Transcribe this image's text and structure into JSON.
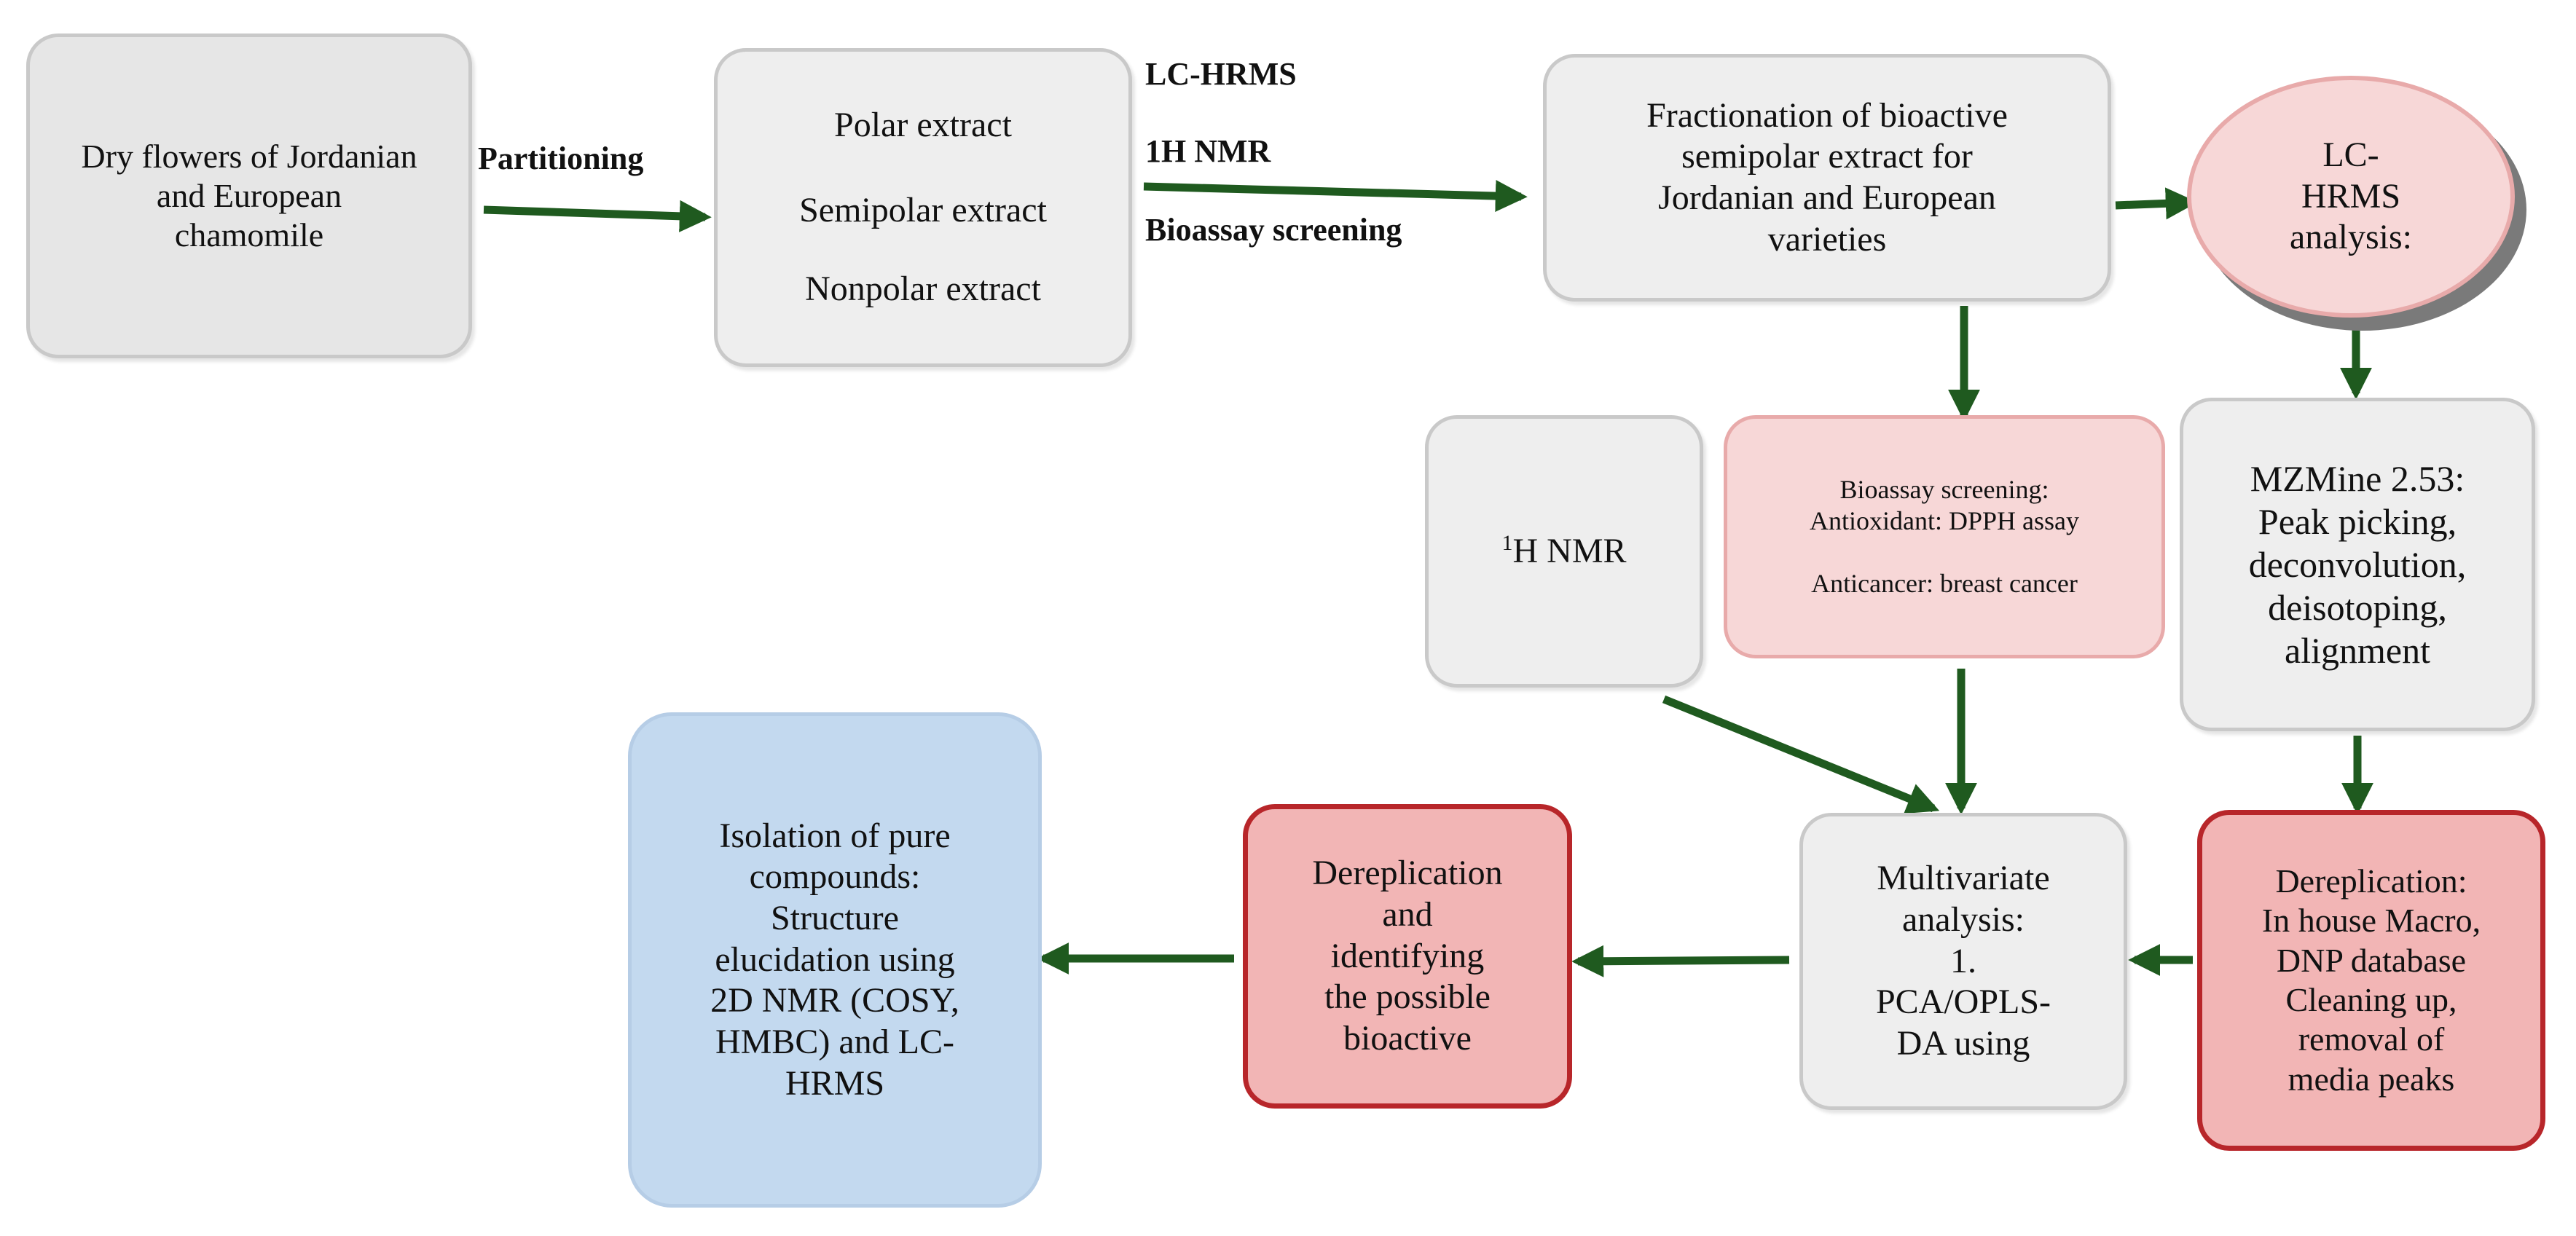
{
  "colors": {
    "arrow": "#1f5a1f",
    "grey_box": "#eeeeee",
    "pink_box": "#f7d7d7",
    "red_box": "#f2b5b5",
    "red_border": "#b8262a",
    "blue_box": "#c3d9ef"
  },
  "nodes": {
    "dry_flowers": [
      "Dry flowers of Jordanian",
      "and European",
      "chamomile"
    ],
    "extracts": [
      "Polar extract",
      "Semipolar extract",
      "Nonpolar extract"
    ],
    "fractionation": [
      "Fractionation of bioactive",
      "semipolar extract for",
      "Jordanian and European",
      "varieties"
    ],
    "lchrms_analysis": [
      "LC-",
      "HRMS",
      "analysis:"
    ],
    "nmr_h1": {
      "sup": "1",
      "text": "H NMR"
    },
    "bioassay": [
      "Bioassay screening:",
      "Antioxidant: DPPH assay",
      "Anticancer: breast cancer"
    ],
    "mzmine": [
      "MZMine 2.53:",
      "Peak picking,",
      "deconvolution,",
      "deisotoping,",
      "alignment"
    ],
    "multivariate": [
      "Multivariate",
      "analysis:",
      "1.",
      "PCA/OPLS-",
      "DA using"
    ],
    "dereplication_db": [
      "Dereplication:",
      "In house Macro,",
      "DNP database",
      "Cleaning up,",
      "removal of",
      "media peaks"
    ],
    "dereplication_id": [
      "Dereplication",
      "and",
      "identifying",
      "the possible",
      "bioactive"
    ],
    "isolation": [
      "Isolation of pure",
      "compounds:",
      "Structure",
      "elucidation using",
      "2D NMR (COSY,",
      "HMBC) and LC-",
      "HRMS"
    ]
  },
  "edge_labels": {
    "partitioning": "Partitioning",
    "lchrms": "LC-HRMS",
    "nmr": "1H NMR",
    "bioassay_screening": "Bioassay screening"
  }
}
